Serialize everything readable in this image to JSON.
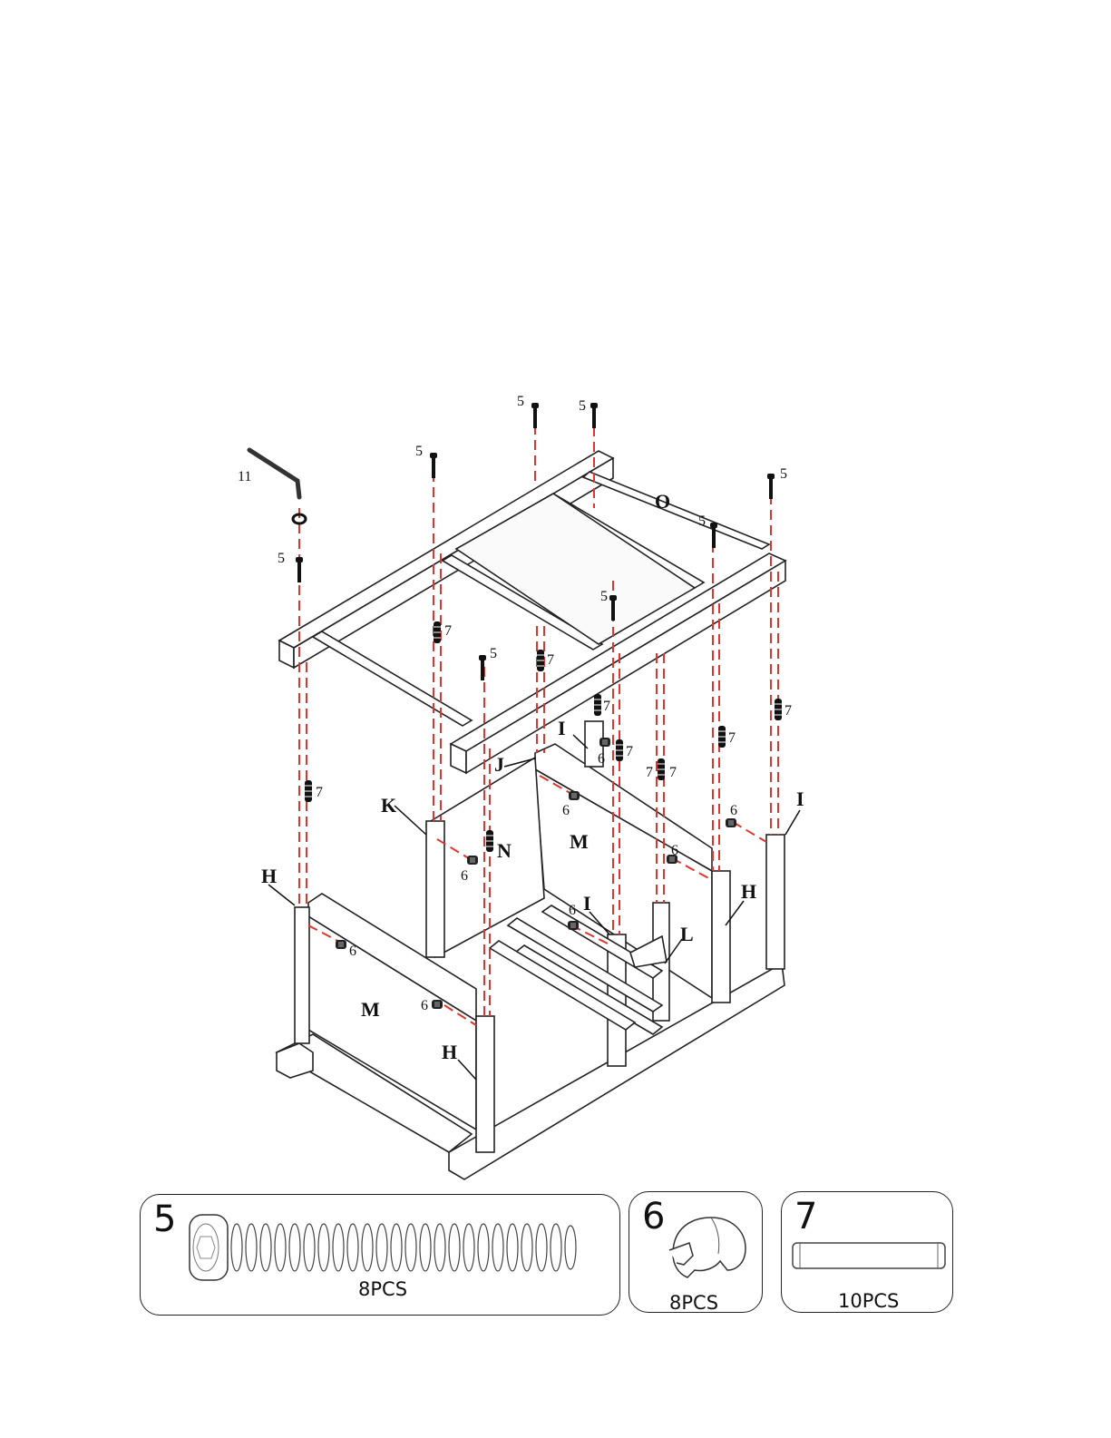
{
  "diagram": {
    "part_labels": {
      "frame_top": "O",
      "panel_back": "M",
      "panel_front": "M",
      "slat_bracket": "J",
      "side_rail": "K",
      "rail_n": "N",
      "bracket_l": "L",
      "leg_h_left": "H",
      "leg_h_front": "H",
      "leg_h_right": "H",
      "leg_i_right": "I",
      "leg_i_back": "I",
      "leg_i_center": "I",
      "allen_key": "11"
    },
    "hardware_callouts": {
      "screw": "5",
      "cam": "6",
      "dowel": "7"
    }
  },
  "hardware": [
    {
      "number": "5",
      "quantity": "8PCS",
      "icon": "bolt-icon"
    },
    {
      "number": "6",
      "quantity": "8PCS",
      "icon": "cam-lock-icon"
    },
    {
      "number": "7",
      "quantity": "10PCS",
      "icon": "dowel-icon"
    }
  ]
}
